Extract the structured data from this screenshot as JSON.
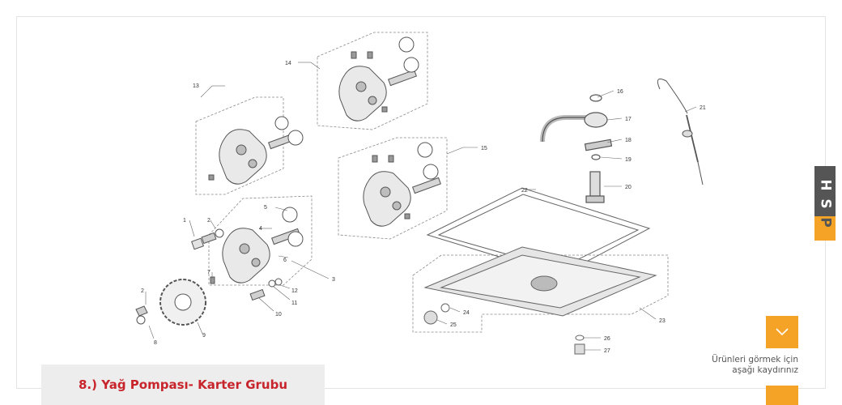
{
  "diagram": {
    "part_numbers": [
      "1",
      "2",
      "3",
      "4",
      "5",
      "6",
      "7",
      "8",
      "9",
      "10",
      "11",
      "12",
      "13",
      "14",
      "15",
      "16",
      "17",
      "18",
      "19",
      "20",
      "21",
      "22",
      "23",
      "24",
      "25",
      "26",
      "27"
    ],
    "extra_labels": [
      "2"
    ]
  },
  "caption": {
    "title": "8.) Yağ Pompası- Karter Grubu"
  },
  "scroll_hint": {
    "line1": "Ürünleri görmek için",
    "line2": "aşağı kaydırınız",
    "button_icon": "chevron-down-icon"
  },
  "brand_badge": {
    "letters": [
      "H",
      "S",
      "P"
    ]
  },
  "colors": {
    "accent": "#f4a326",
    "caption_text": "#c8242b",
    "caption_bg": "#ededed",
    "badge_bg": "#555555"
  }
}
